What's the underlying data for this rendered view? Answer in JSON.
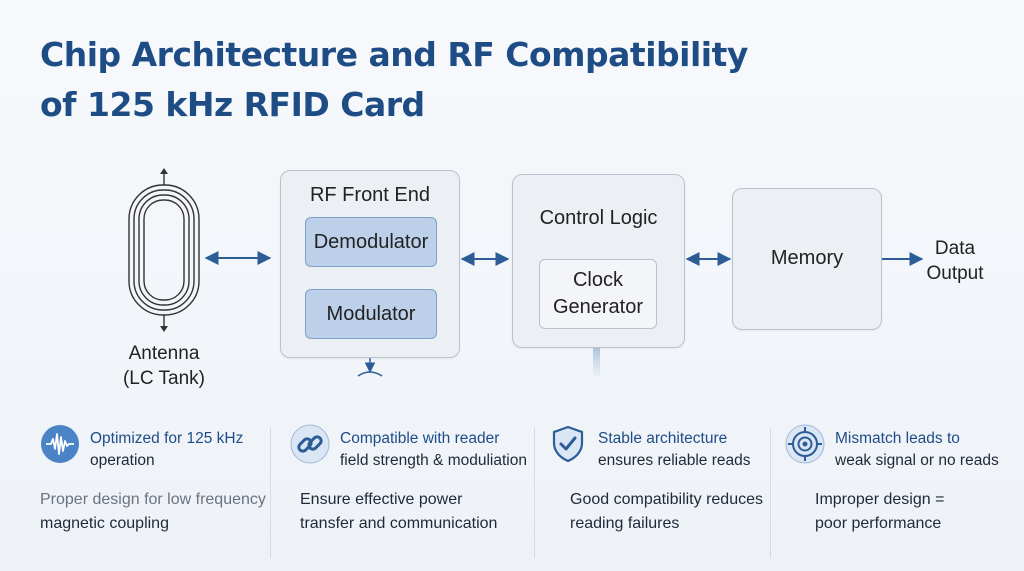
{
  "title": {
    "line1": "Chip Architecture and RF Compatibility",
    "line2": "of 125 kHz RFID Card"
  },
  "antenna": {
    "label_line1": "Antenna",
    "label_line2": "(LC Tank)"
  },
  "rf_front_end": {
    "label": "RF Front End",
    "demodulator": "Demodulator",
    "modulator": "Modulator"
  },
  "control_logic": {
    "label": "Control Logic",
    "clock_line1": "Clock",
    "clock_line2": "Generator"
  },
  "memory": {
    "label": "Memory"
  },
  "output": {
    "line1": "Data",
    "line2": "Output"
  },
  "features": [
    {
      "icon": "waveform-icon",
      "title": "Optimized for 125 kHz",
      "subtitle": "operation",
      "desc_line1": "Proper design for low frequency",
      "desc_line2": "magnetic coupling"
    },
    {
      "icon": "link-icon",
      "title": "Compatible with reader",
      "subtitle": "field strength & moduliation",
      "desc_line1": "Ensure effective power",
      "desc_line2": "transfer and communication"
    },
    {
      "icon": "shield-check-icon",
      "title": "Stable architecture",
      "subtitle": "ensures reliable reads",
      "desc_line1": "Good compatibility reduces",
      "desc_line2": "reading failures"
    },
    {
      "icon": "target-icon",
      "title": "Mismatch leads to",
      "subtitle": "weak signal or no reads",
      "desc_line1": "Improper design =",
      "desc_line2": "poor performance"
    }
  ],
  "colors": {
    "title": "#1e4d86",
    "accent": "#4a83c6",
    "arrow": "#2c5d97",
    "block_fill": "#bcd0ea"
  }
}
